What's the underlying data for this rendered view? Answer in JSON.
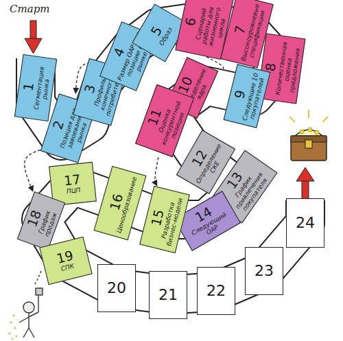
{
  "diagram": {
    "nodes": [
      {
        "text": [
          "1",
          "Сегментация рынка"
        ]
      },
      {
        "text": [
          "2",
          "Позиция для завоевания рынка"
        ]
      },
      {
        "text": [
          "3",
          "Профиль конечного потребителя"
        ]
      },
      {
        "text": [
          "4",
          "Размер ОАР для позиции на рынке"
        ]
      },
      {
        "text": [
          "5",
          "Образ"
        ]
      },
      {
        "text": [
          "6",
          "Сценарий работы для жизненного цикла"
        ]
      },
      {
        "text": [
          "7",
          "Высокоуровневые спецификации"
        ]
      },
      {
        "text": [
          "8",
          "Количественная оценка предложения"
        ]
      },
      {
        "text": [
          "9",
          "Следующие 10 покупателей"
        ]
      },
      {
        "text": [
          "10",
          "Определение ядра"
        ]
      },
      {
        "text": [
          "11",
          "Оценка конкурентной позиции"
        ]
      },
      {
        "text": [
          "12",
          "Определение СКЕ"
        ]
      },
      {
        "text": [
          "13",
          "График привлечения покупателя"
        ]
      },
      {
        "text": [
          "14",
          "Следующий ОАР"
        ]
      },
      {
        "text": [
          "15",
          "Разработка бизнес-модели"
        ]
      },
      {
        "text": [
          "16",
          "Ценообразование"
        ]
      },
      {
        "text": [
          "17",
          "ПЦП"
        ]
      },
      {
        "text": [
          "18",
          "График продаж"
        ]
      },
      {
        "text": [
          "19",
          "СПК"
        ]
      },
      {
        "text": [
          "20"
        ]
      },
      {
        "text": [
          "21"
        ]
      },
      {
        "text": [
          "22"
        ]
      },
      {
        "text": [
          "23"
        ]
      },
      {
        "text": [
          "24"
        ]
      }
    ],
    "edges": [
      {
        "from": 3,
        "to": 1,
        "arrow": "to"
      },
      {
        "from": 8,
        "to": 4,
        "arrow": "to"
      },
      {
        "from": 10,
        "to": 14,
        "arrow": "to"
      },
      {
        "from": 1,
        "to": 17,
        "arrow": "to"
      }
    ],
    "labels": [
      "Старт"
    ]
  }
}
